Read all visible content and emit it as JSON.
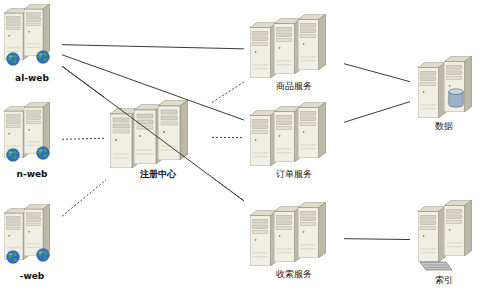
{
  "diagram": {
    "nodes": [
      {
        "text": [
          "al-web"
        ]
      },
      {
        "text": [
          "n-web"
        ]
      },
      {
        "text": [
          "-web"
        ]
      },
      {
        "text": [
          "注册中心"
        ]
      },
      {
        "text": [
          "商品服务"
        ]
      },
      {
        "text": [
          "订单服务"
        ]
      },
      {
        "text": [
          "收索服务"
        ]
      },
      {
        "text": [
          "数据"
        ]
      },
      {
        "text": [
          "索引"
        ]
      }
    ],
    "edges": [
      {
        "from": 0,
        "to": 3,
        "arrow": "none"
      },
      {
        "from": 0,
        "to": 4,
        "arrow": "none"
      },
      {
        "from": 0,
        "to": 5,
        "arrow": "none"
      },
      {
        "from": 0,
        "to": 6,
        "arrow": "none"
      },
      {
        "from": 1,
        "to": 3,
        "arrow": "none"
      },
      {
        "from": 2,
        "to": 3,
        "arrow": "none"
      },
      {
        "from": 3,
        "to": 4,
        "arrow": "none"
      },
      {
        "from": 3,
        "to": 5,
        "arrow": "none"
      },
      {
        "from": 3,
        "to": 6,
        "arrow": "none"
      },
      {
        "from": 4,
        "to": 7,
        "arrow": "none"
      },
      {
        "from": 5,
        "to": 7,
        "arrow": "none"
      },
      {
        "from": 6,
        "to": 8,
        "arrow": "none"
      }
    ]
  }
}
